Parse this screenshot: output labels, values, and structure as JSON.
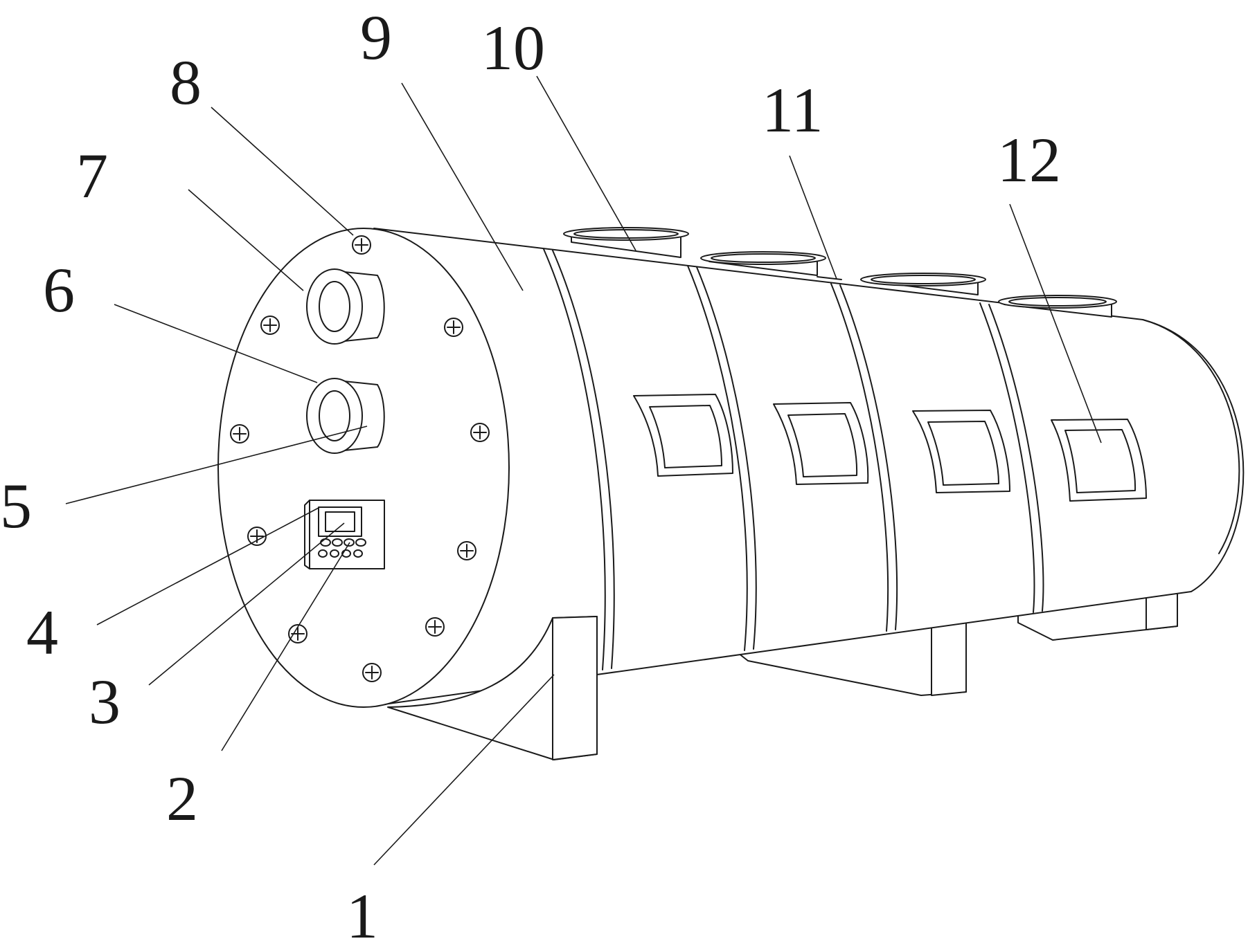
{
  "figure": {
    "labels": [
      {
        "id": "1",
        "text": "1"
      },
      {
        "id": "2",
        "text": "2"
      },
      {
        "id": "3",
        "text": "3"
      },
      {
        "id": "4",
        "text": "4"
      },
      {
        "id": "5",
        "text": "5"
      },
      {
        "id": "6",
        "text": "6"
      },
      {
        "id": "7",
        "text": "7"
      },
      {
        "id": "8",
        "text": "8"
      },
      {
        "id": "9",
        "text": "9"
      },
      {
        "id": "10",
        "text": "10"
      },
      {
        "id": "11",
        "text": "11"
      },
      {
        "id": "12",
        "text": "12"
      }
    ]
  },
  "colors": {
    "line": "#1a1a1a",
    "background": "#ffffff"
  }
}
